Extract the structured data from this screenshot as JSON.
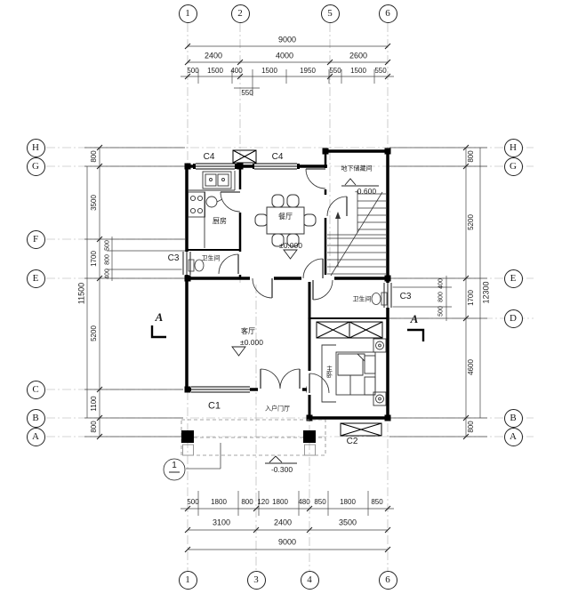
{
  "drawing": {
    "type": "residential floor plan"
  },
  "grid": {
    "top": [
      "1",
      "2",
      "5",
      "6"
    ],
    "bottom": [
      "1",
      "3",
      "4",
      "6"
    ],
    "left": [
      "H",
      "G",
      "F",
      "E",
      "C",
      "B",
      "A"
    ],
    "right": [
      "H",
      "G",
      "E",
      "D",
      "B",
      "A"
    ]
  },
  "dims": {
    "top_total": "9000",
    "top_major": [
      "2400",
      "4000",
      "2600"
    ],
    "top_minor": [
      "500",
      "1500",
      "400",
      "1500",
      "1950",
      "550",
      "1500",
      "550"
    ],
    "top_minor2": "550",
    "bottom_total": "9000",
    "bottom_major": [
      "3100",
      "2400",
      "3500"
    ],
    "bottom_minor": [
      "500",
      "1800",
      "800",
      "120",
      "1800",
      "480",
      "850",
      "1800",
      "850"
    ],
    "left_total": "11500",
    "left_major": [
      "800",
      "3500",
      "1700",
      "5200",
      "1100",
      "800"
    ],
    "left_minor": [
      "500",
      "800",
      "400"
    ],
    "right_total": "12300",
    "right_major": [
      "800",
      "5200",
      "1700",
      "4600",
      "800"
    ],
    "right_minor": [
      "400",
      "800",
      "500"
    ]
  },
  "rooms": {
    "kitchen": "厨房",
    "dining": "餐厅",
    "bath_left": "卫生间",
    "bath_right": "卫生间",
    "living": "客厅",
    "bedroom": "主卧",
    "storage": "地下储藏间",
    "entry": "入户门厅"
  },
  "levels": {
    "dining": "±0.000",
    "living": "±0.000",
    "storage": "-0.600",
    "porch": "-0.300"
  },
  "openings": {
    "c4a": "C4",
    "c4b": "C4",
    "c3_left": "C3",
    "c3_right": "C3",
    "c1": "C1",
    "c2": "C2"
  },
  "markers": {
    "section_left": "A",
    "section_right": "A",
    "detail": "1"
  },
  "colors": {
    "line": "#1a1a1a",
    "axis": "#999999",
    "background": "#ffffff"
  }
}
